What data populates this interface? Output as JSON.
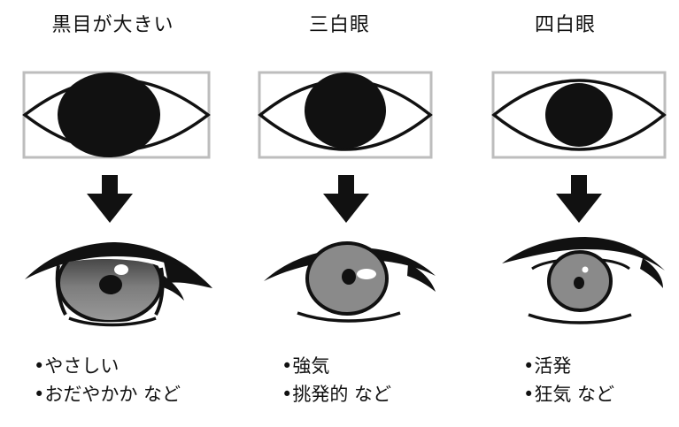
{
  "columns": [
    {
      "title": "黒目が大きい",
      "iris_scale": "large",
      "traits": [
        "•やさしい",
        "•おだやかか など"
      ]
    },
    {
      "title": "三白眼",
      "iris_scale": "medium",
      "traits": [
        "•強気",
        "•挑発的 など"
      ]
    },
    {
      "title": "四白眼",
      "iris_scale": "small",
      "traits": [
        "•活発",
        "•狂気 など"
      ]
    }
  ],
  "colors": {
    "ink": "#111111",
    "guide_box": "#bdbdbd",
    "iris_gray": "#8a8a8a",
    "background": "#ffffff"
  },
  "icons": [
    "down-arrow-icon"
  ]
}
